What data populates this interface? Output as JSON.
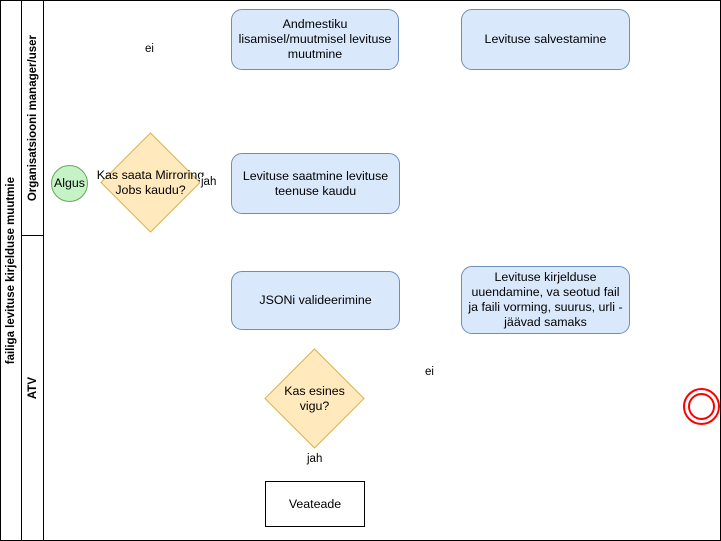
{
  "diagram": {
    "title": "failiga levituse kirjelduse muutmie",
    "pool_label": "failiga levituse kirjelduse muutmie",
    "lanes": [
      {
        "label": "Organisatsiooni manager/user"
      },
      {
        "label": "ATV"
      }
    ],
    "colors": {
      "process_fill": "#dae8fc",
      "process_stroke": "#6c8ebf",
      "decision_fill": "#ffe9bd",
      "decision_stroke": "#d6b656",
      "start_fill": "#c5f2c7",
      "start_stroke": "#6aa84f",
      "end_stroke": "#ff0000",
      "plain_fill": "#ffffff",
      "plain_stroke": "#000000",
      "text": "#000000",
      "background": "#ffffff"
    },
    "nodes": [
      {
        "id": "start",
        "type": "start",
        "label": "Algus"
      },
      {
        "id": "decision1",
        "type": "decision",
        "label": "Kas saata Mirroring Jobs kaudu?"
      },
      {
        "id": "process1",
        "type": "process",
        "label": "Andmestiku lisamisel/muutmisel levituse muutmine"
      },
      {
        "id": "process2",
        "type": "process",
        "label": "Levituse salvestamine"
      },
      {
        "id": "process3",
        "type": "process",
        "label": "Levituse saatmine levituse teenuse kaudu"
      },
      {
        "id": "process4",
        "type": "process",
        "label": "JSONi valideerimine"
      },
      {
        "id": "process5",
        "type": "process",
        "label": "Levituse kirjelduse uuendamine, va seotud fail ja faili vorming, suurus, urli - jäävad samaks"
      },
      {
        "id": "decision2",
        "type": "decision",
        "label": "Kas esines vigu?"
      },
      {
        "id": "error",
        "type": "plain",
        "label": "Veateade"
      },
      {
        "id": "end",
        "type": "end",
        "label": ""
      }
    ],
    "edge_labels": [
      {
        "id": "ei-1",
        "label": "ei"
      },
      {
        "id": "jah-1",
        "label": "jah"
      },
      {
        "id": "ei-2",
        "label": "ei"
      },
      {
        "id": "jah-2",
        "label": "jah"
      }
    ]
  }
}
